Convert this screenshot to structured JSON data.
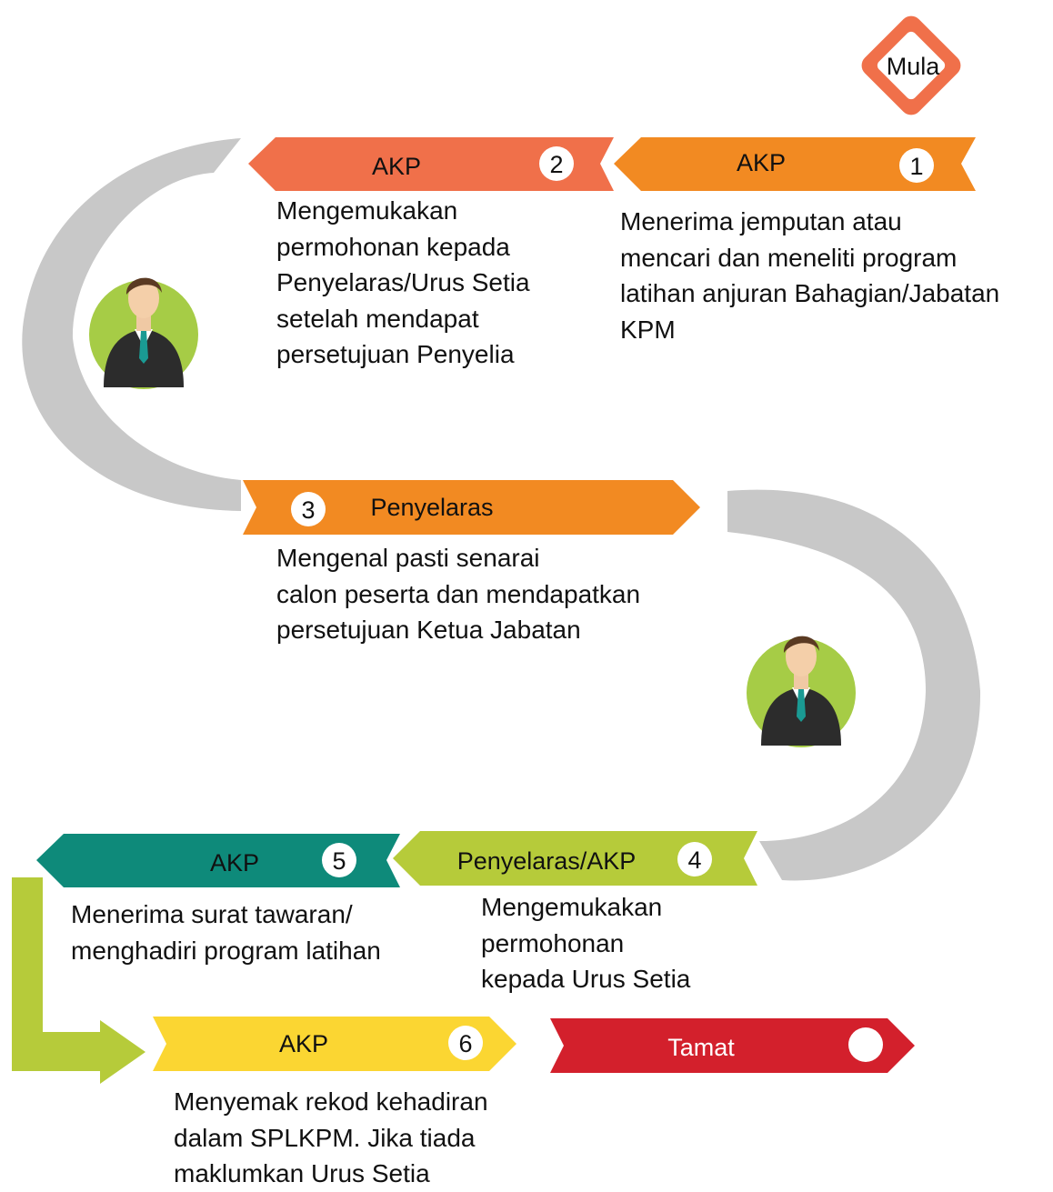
{
  "colors": {
    "arc": "#c8c8c8",
    "mula": "#f0704a",
    "step1": "#f28a22",
    "step2": "#f0704a",
    "step3": "#f28a22",
    "step4": "#b6cb3a",
    "step5": "#0e8a7a",
    "step6": "#fbd632",
    "end": "#d3202c",
    "avatar_bg": "#a6cc46",
    "arrow": "#b6cb3a"
  },
  "start": {
    "label": "Mula"
  },
  "steps": [
    {
      "num": "1",
      "role": "AKP",
      "lines": [
        "Menerima jemputan atau",
        "mencari dan meneliti program",
        "latihan anjuran Bahagian/Jabatan",
        "KPM"
      ]
    },
    {
      "num": "2",
      "role": "AKP",
      "lines": [
        "Mengemukakan",
        "permohonan kepada",
        "Penyelaras/Urus Setia",
        "setelah mendapat",
        "persetujuan Penyelia"
      ]
    },
    {
      "num": "3",
      "role": "Penyelaras",
      "lines": [
        "Mengenal pasti senarai",
        "calon peserta dan mendapatkan",
        "persetujuan Ketua Jabatan"
      ]
    },
    {
      "num": "4",
      "role": "Penyelaras/AKP",
      "lines": [
        "Mengemukakan",
        "permohonan",
        "kepada Urus Setia"
      ]
    },
    {
      "num": "5",
      "role": "AKP",
      "lines": [
        "Menerima surat tawaran/",
        "menghadiri program latihan"
      ]
    },
    {
      "num": "6",
      "role": "AKP",
      "lines": [
        "Menyemak rekod kehadiran",
        "dalam SPLKPM. Jika tiada",
        "maklumkan Urus Setia"
      ]
    }
  ],
  "end": {
    "label": "Tamat"
  },
  "avatars": [
    "person-avatar",
    "person-avatar"
  ]
}
